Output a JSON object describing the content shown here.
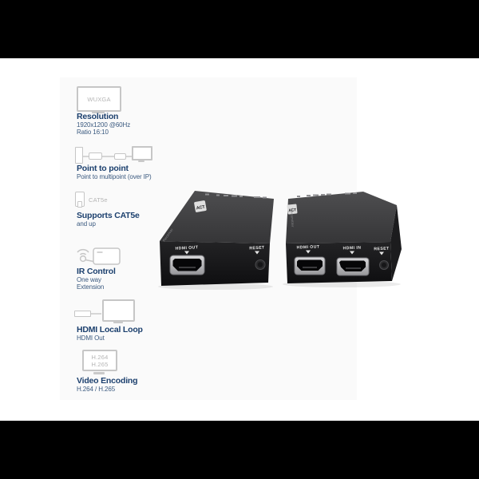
{
  "canvas": {
    "background": "#ffffff",
    "letterbox_color": "#000000",
    "panel_color": "#fafafa"
  },
  "features": [
    {
      "title": "Resolution",
      "icon": "monitor-wuxga-icon",
      "icon_text": "WUXGA",
      "lines": [
        "1920x1200 @60Hz",
        "Ratio 16:10"
      ]
    },
    {
      "title": "Point to point",
      "icon": "point-to-point-icon",
      "lines": [
        "Point to multipoint (over IP)"
      ]
    },
    {
      "title": "Supports CAT5e",
      "icon": "rj45-plug-icon",
      "icon_text": "CAT5e",
      "lines": [
        "and up"
      ]
    },
    {
      "title": "IR Control",
      "icon": "ir-emitter-remote-icon",
      "lines": [
        "One way",
        "Extension"
      ]
    },
    {
      "title": "HDMI Local Loop",
      "icon": "hdmi-loop-monitor-icon",
      "lines": [
        "HDMI Out"
      ]
    },
    {
      "title": "Video Encoding",
      "icon": "monitor-codec-icon",
      "icon_lines": [
        "H.264",
        "H.265"
      ],
      "lines": [
        "H.264 / H.265"
      ]
    }
  ],
  "devices": {
    "receiver": {
      "brand": "ACT",
      "side_label": "Receiver",
      "hdmi_out_label": "HDMI OUT",
      "reset_label": "RESET"
    },
    "transmitter": {
      "brand": "ACT",
      "side_label": "Transmitter",
      "hdmi_out_label": "HDMI OUT",
      "hdmi_in_label": "HDMI IN",
      "reset_label": "RESET"
    }
  },
  "colors": {
    "feature_title": "#1c406e",
    "feature_body": "#3a597f",
    "icon_stroke": "#c6c6c6",
    "icon_text": "#b5b5b5",
    "device_top": "#424244",
    "device_front": "#141416",
    "port_rim_silver": "#c7c7c9",
    "device_label_text": "#e6e6e6"
  }
}
